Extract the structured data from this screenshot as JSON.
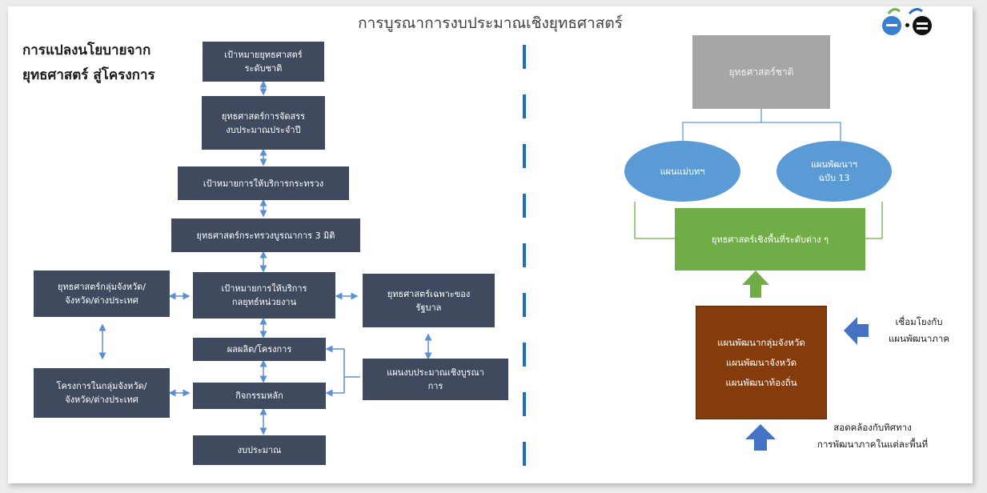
{
  "title": "การบูรณาการงบประมาณเชิงยุทธศาสตร์",
  "left_heading": {
    "line1": "การแปลงนโยบายจาก",
    "line2": "ยุทธศาสตร์ สู่โครงการ"
  },
  "flow": {
    "national_target": [
      "เป้าหมายยุทธศาสตร์",
      "ระดับชาติ"
    ],
    "budget_strategy": [
      "ยุทธศาสตร์การจัดสรร",
      "งบประมาณประจำปี"
    ],
    "ministry_target": "เป้าหมายการให้บริการกระทรวง",
    "ministry_strategy": "ยุทธศาสตร์กระทรวงบูรณาการ 3 มิติ",
    "agency_target": [
      "เป้าหมายการให้บริการ",
      "กลยุทธ์หน่วยงาน"
    ],
    "outputs": "ผลผลิต/โครงการ",
    "main_activities": "กิจกรรมหลัก",
    "budget": "งบประมาณ",
    "province_strategy": [
      "ยุทธศาสตร์กลุ่มจังหวัด/",
      "จังหวัด/ต่างประเทศ"
    ],
    "province_projects": [
      "โครงการในกลุ่มจังหวัด/",
      "จังหวัด/ต่างประเทศ"
    ],
    "government_strategy": [
      "ยุทธศาสตร์เฉพาะของ",
      "รัฐบาล"
    ],
    "integrated_plan": [
      "แผนงบประมาณเชิงบูรณา",
      "การ"
    ]
  },
  "right": {
    "national_strategy": "ยุทธศาสตร์ชาติ",
    "master_plan": "แผนแม่บทฯ",
    "dev_plan": [
      "แผนพัฒนาฯ",
      "ฉบับ 13"
    ],
    "area_strategy": "ยุทธศาสตร์เชิงพื้นที่ระดับต่าง ๆ",
    "local_plans": [
      "แผนพัฒนากลุ่มจังหวัด",
      "แผนพัฒนาจังหวัด",
      "แผนพัฒนาท้องถิ่น"
    ],
    "link_note": [
      "เชื่อมโยงกับ",
      "แผนพัฒนาภาค"
    ],
    "align_note": [
      "สอดคล้องกับทิศทาง",
      "การพัฒนาภาคในแต่ละพื้นที่"
    ]
  },
  "colors": {
    "navy": "#3f4a5f",
    "arrow_blue": "#5b8fd0",
    "gray": "#a6a6a6",
    "ellipse_blue": "#5b9bd5",
    "green": "#70ad47",
    "brown": "#843c0c",
    "divider_blue": "#1f6fbd"
  },
  "icons": [
    "logo-icon"
  ]
}
